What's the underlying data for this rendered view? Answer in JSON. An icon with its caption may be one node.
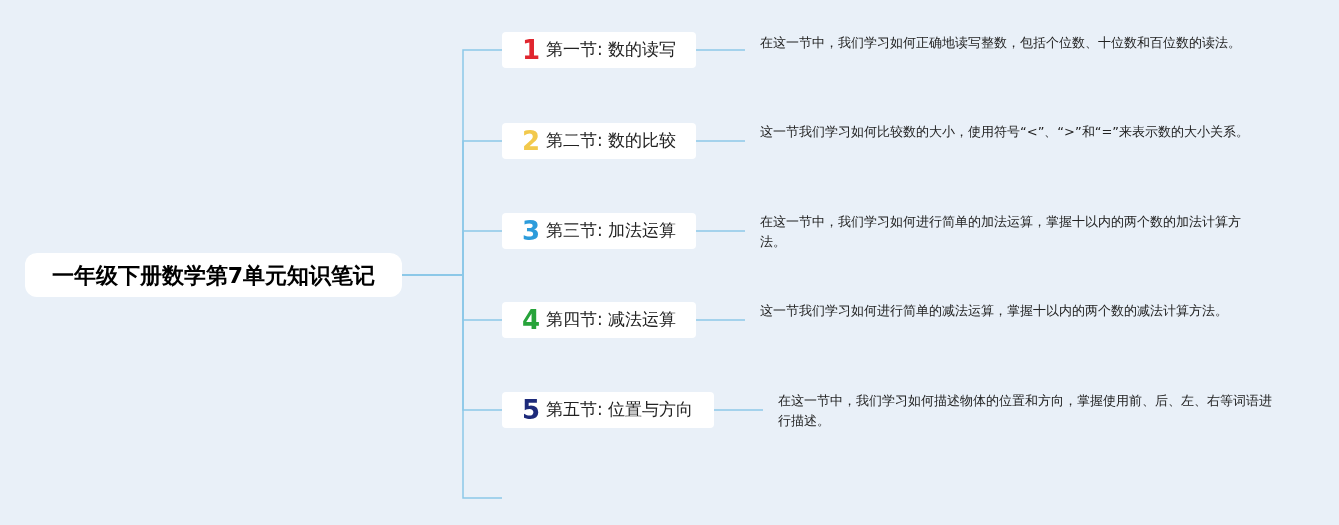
{
  "diagram": {
    "nodes": [
      {
        "text": [
          "一年级下册数学第7单元知识笔记"
        ]
      },
      {
        "text": [
          "1",
          "第一节: 数的读写"
        ]
      },
      {
        "text": [
          "2",
          "第二节: 数的比较"
        ]
      },
      {
        "text": [
          "3",
          "第三节: 加法运算"
        ]
      },
      {
        "text": [
          "4",
          "第四节: 减法运算"
        ]
      },
      {
        "text": [
          "5",
          "第五节: 位置与方向"
        ]
      },
      {
        "text": [
          "在这一节中，我们学习如何正确地读写整数，包括个位数、十位数和百位数的读法。"
        ]
      },
      {
        "text": [
          "这一节我们学习如何比较数的大小，使用符号“<”、“>”和“=”来表示数的大小关系。"
        ]
      },
      {
        "text": [
          "在这一节中，我们学习如何进行简单的加法运算，掌握十以内的两个数的加法计算方法。"
        ]
      },
      {
        "text": [
          "这一节我们学习如何进行简单的减法运算，掌握十以内的两个数的减法计算方法。"
        ]
      },
      {
        "text": [
          "在这一节中，我们学习如何描述物体的位置和方向，掌握使用前、后、左、右等词语进行描述。"
        ]
      }
    ],
    "edges": [
      {
        "from": 0,
        "to": 1,
        "arrow": "none"
      },
      {
        "from": 0,
        "to": 2,
        "arrow": "none"
      },
      {
        "from": 0,
        "to": 3,
        "arrow": "none"
      },
      {
        "from": 0,
        "to": 4,
        "arrow": "none"
      },
      {
        "from": 0,
        "to": 5,
        "arrow": "none"
      },
      {
        "from": 0,
        "to": null,
        "arrow": "none"
      },
      {
        "from": 1,
        "to": 6,
        "arrow": "none"
      },
      {
        "from": 2,
        "to": 7,
        "arrow": "none"
      },
      {
        "from": 3,
        "to": 8,
        "arrow": "none"
      },
      {
        "from": 4,
        "to": 9,
        "arrow": "none"
      },
      {
        "from": 5,
        "to": 10,
        "arrow": "none"
      }
    ]
  }
}
